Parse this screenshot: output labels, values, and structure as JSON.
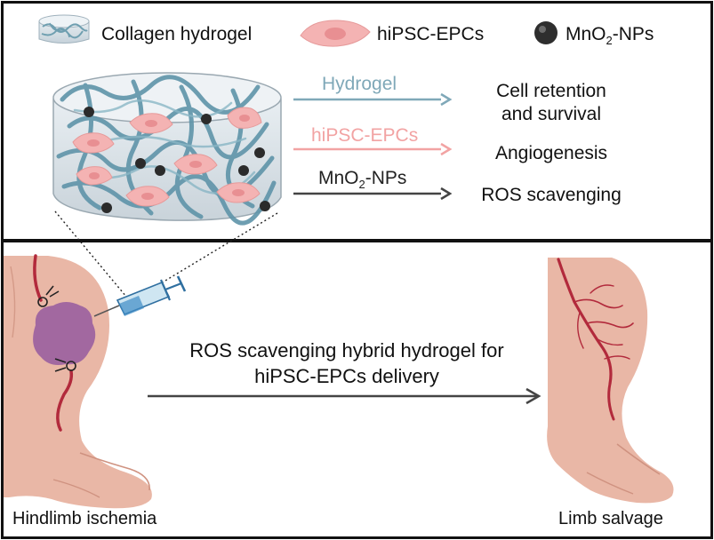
{
  "legend": {
    "hydrogel_label": "Collagen hydrogel",
    "cells_label": "hiPSC-EPCs",
    "np_label_main": "MnO",
    "np_label_sub": "2",
    "np_label_tail": "-NPs"
  },
  "mechanism": {
    "arrow1_label": "Hydrogel",
    "arrow2_label": "hiPSC-EPCs",
    "arrow3_label_main": "MnO",
    "arrow3_label_sub": "2",
    "arrow3_label_tail": "-NPs",
    "effect1_line1": "Cell retention",
    "effect1_line2": "and survival",
    "effect2": "Angiogenesis",
    "effect3": "ROS scavenging"
  },
  "treatment": {
    "line1": "ROS scavenging hybrid hydrogel for",
    "line2": "hiPSC-EPCs delivery",
    "left_caption": "Hindlimb ischemia",
    "right_caption": "Limb salvage"
  },
  "colors": {
    "hydrogel": "#7fa8b8",
    "cells": "#f2a3a3",
    "nps": "#333333",
    "arrow_dark": "#444444",
    "skin": "#e9b7a6",
    "ischemia": "#9a5fa0",
    "vessel": "#b22a3c"
  }
}
